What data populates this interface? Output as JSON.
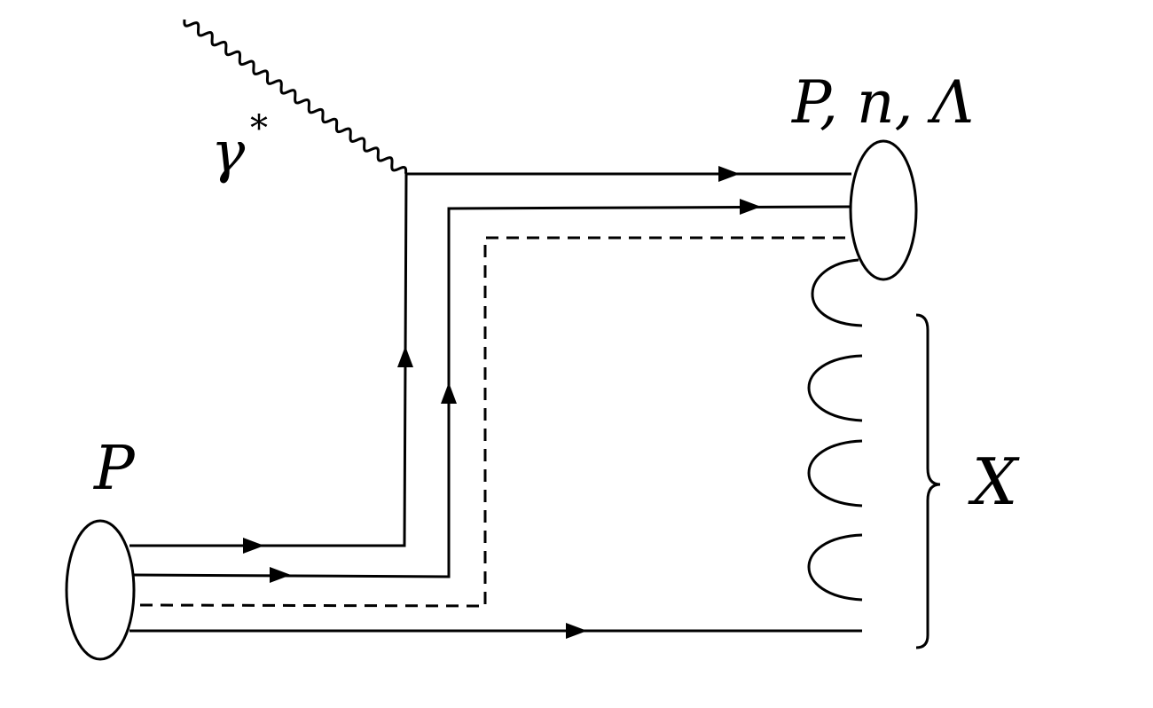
{
  "labels": {
    "incoming_proton": "P",
    "virtual_photon": "γ",
    "virtual_photon_superscript": "*",
    "outgoing_hadrons": "P, n, Λ",
    "remnant": "X"
  },
  "colors": {
    "stroke": "#000000",
    "background": "#ffffff"
  }
}
